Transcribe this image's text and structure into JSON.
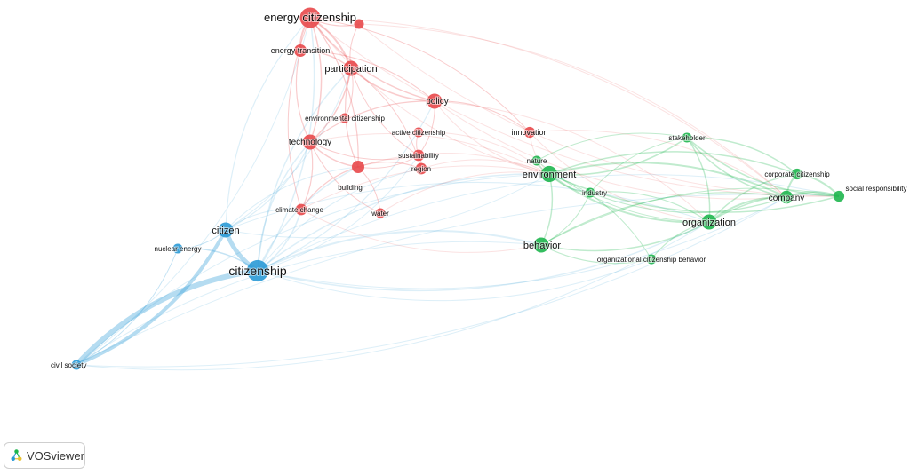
{
  "app": {
    "brand": "VOSviewer"
  },
  "clusters": {
    "red": "#e8484a",
    "green": "#1eb64e",
    "blue": "#2a9ad6"
  },
  "nodes": [
    {
      "id": "energy-citizenship",
      "label": "energy citizenship",
      "cluster": "red",
      "weight": 3
    },
    {
      "id": "energy-transition",
      "label": "energy transition",
      "cluster": "red",
      "weight": 1.5
    },
    {
      "id": "participation",
      "label": "participation",
      "cluster": "red",
      "weight": 2
    },
    {
      "id": "policy",
      "label": "policy",
      "cluster": "red",
      "weight": 2
    },
    {
      "id": "environmental-citizenship",
      "label": "environmental citizenship",
      "cluster": "red",
      "weight": 1
    },
    {
      "id": "technology",
      "label": "technology",
      "cluster": "red",
      "weight": 2
    },
    {
      "id": "active-citizenship",
      "label": "active citizenship",
      "cluster": "red",
      "weight": 1
    },
    {
      "id": "sustainability",
      "label": "sustainability",
      "cluster": "red",
      "weight": 1.3
    },
    {
      "id": "region",
      "label": "region",
      "cluster": "red",
      "weight": 1.3
    },
    {
      "id": "building",
      "label": "building",
      "cluster": "red",
      "weight": 1.5
    },
    {
      "id": "climate-change",
      "label": "climate change",
      "cluster": "red",
      "weight": 1.3
    },
    {
      "id": "water",
      "label": "water",
      "cluster": "red",
      "weight": 1
    },
    {
      "id": "innovation",
      "label": "innovation",
      "cluster": "red",
      "weight": 1.2
    },
    {
      "id": "unlabeled-red",
      "label": "",
      "cluster": "red",
      "weight": 1
    },
    {
      "id": "citizen",
      "label": "citizen",
      "cluster": "blue",
      "weight": 2
    },
    {
      "id": "citizenship",
      "label": "citizenship",
      "cluster": "blue",
      "weight": 3.2
    },
    {
      "id": "nuclear-energy",
      "label": "nuclear energy",
      "cluster": "blue",
      "weight": 1
    },
    {
      "id": "civil-society",
      "label": "civil society",
      "cluster": "blue",
      "weight": 1
    },
    {
      "id": "environment",
      "label": "environment",
      "cluster": "green",
      "weight": 2.2
    },
    {
      "id": "nature",
      "label": "nature",
      "cluster": "green",
      "weight": 1
    },
    {
      "id": "industry",
      "label": "industry",
      "cluster": "green",
      "weight": 1
    },
    {
      "id": "behavior",
      "label": "behavior",
      "cluster": "green",
      "weight": 2
    },
    {
      "id": "stakeholder",
      "label": "stakeholder",
      "cluster": "green",
      "weight": 1
    },
    {
      "id": "corporate-citizenship",
      "label": "corporate citizenship",
      "cluster": "green",
      "weight": 1.2
    },
    {
      "id": "company",
      "label": "company",
      "cluster": "green",
      "weight": 1.6
    },
    {
      "id": "social-responsibility",
      "label": "social responsibility",
      "cluster": "green",
      "weight": 1.2
    },
    {
      "id": "organization",
      "label": "organization",
      "cluster": "green",
      "weight": 2
    },
    {
      "id": "organizational-citizenship-behavior",
      "label": "organizational citizenship behavior",
      "cluster": "green",
      "weight": 1
    }
  ],
  "links": [
    [
      "citizenship",
      "citizen",
      5
    ],
    [
      "citizenship",
      "civil-society",
      6
    ],
    [
      "citizen",
      "civil-society",
      4
    ],
    [
      "citizenship",
      "nuclear-energy",
      1.5
    ],
    [
      "citizen",
      "nuclear-energy",
      1
    ],
    [
      "civil-society",
      "nuclear-energy",
      1
    ],
    [
      "citizenship",
      "behavior",
      2
    ],
    [
      "citizenship",
      "organization",
      1.5
    ],
    [
      "citizenship",
      "environment",
      1.5
    ],
    [
      "citizenship",
      "company",
      1
    ],
    [
      "citizenship",
      "social-responsibility",
      1
    ],
    [
      "citizenship",
      "organizational-citizenship-behavior",
      1
    ],
    [
      "citizenship",
      "technology",
      1.5
    ],
    [
      "citizenship",
      "climate-change",
      1.5
    ],
    [
      "citizenship",
      "building",
      1.5
    ],
    [
      "citizenship",
      "energy-citizenship",
      1.5
    ],
    [
      "citizenship",
      "participation",
      1.5
    ],
    [
      "citizenship",
      "policy",
      1.2
    ],
    [
      "citizenship",
      "region",
      1
    ],
    [
      "citizenship",
      "sustainability",
      1
    ],
    [
      "citizen",
      "energy-citizenship",
      1.2
    ],
    [
      "citizen",
      "technology",
      1.2
    ],
    [
      "citizen",
      "climate-change",
      1
    ],
    [
      "citizen",
      "participation",
      1
    ],
    [
      "citizen",
      "building",
      1
    ],
    [
      "citizen",
      "environment",
      1
    ],
    [
      "citizen",
      "organization",
      1
    ],
    [
      "civil-society",
      "organization",
      1
    ],
    [
      "civil-society",
      "behavior",
      1
    ],
    [
      "civil-society",
      "company",
      1
    ],
    [
      "civil-society",
      "social-responsibility",
      1
    ],
    [
      "civil-society",
      "energy-citizenship",
      1
    ],
    [
      "civil-society",
      "environment",
      1
    ],
    [
      "energy-citizenship",
      "energy-transition",
      2
    ],
    [
      "energy-citizenship",
      "participation",
      2
    ],
    [
      "energy-citizenship",
      "policy",
      1.5
    ],
    [
      "energy-citizenship",
      "technology",
      1.5
    ],
    [
      "energy-citizenship",
      "unlabeled-red",
      1.2
    ],
    [
      "energy-citizenship",
      "building",
      1.2
    ],
    [
      "energy-citizenship",
      "environment",
      1
    ],
    [
      "energy-citizenship",
      "company",
      1
    ],
    [
      "energy-citizenship",
      "social-responsibility",
      1
    ],
    [
      "energy-citizenship",
      "innovation",
      1
    ],
    [
      "energy-citizenship",
      "climate-change",
      1
    ],
    [
      "energy-transition",
      "participation",
      1.5
    ],
    [
      "energy-transition",
      "technology",
      1.2
    ],
    [
      "energy-transition",
      "policy",
      1
    ],
    [
      "participation",
      "policy",
      1.5
    ],
    [
      "participation",
      "technology",
      1.5
    ],
    [
      "participation",
      "building",
      1.2
    ],
    [
      "participation",
      "region",
      1
    ],
    [
      "participation",
      "sustainability",
      1
    ],
    [
      "participation",
      "environmental-citizenship",
      1
    ],
    [
      "policy",
      "technology",
      1.2
    ],
    [
      "policy",
      "innovation",
      1
    ],
    [
      "policy",
      "environment",
      1
    ],
    [
      "policy",
      "organization",
      1
    ],
    [
      "policy",
      "company",
      1
    ],
    [
      "policy",
      "sustainability",
      1
    ],
    [
      "technology",
      "building",
      1.5
    ],
    [
      "technology",
      "climate-change",
      1.2
    ],
    [
      "technology",
      "sustainability",
      1
    ],
    [
      "technology",
      "environment",
      1
    ],
    [
      "technology",
      "water",
      1
    ],
    [
      "building",
      "region",
      1.2
    ],
    [
      "building",
      "climate-change",
      1.2
    ],
    [
      "building",
      "water",
      1
    ],
    [
      "building",
      "sustainability",
      1
    ],
    [
      "building",
      "environment",
      1
    ],
    [
      "region",
      "sustainability",
      1
    ],
    [
      "region",
      "environment",
      1
    ],
    [
      "active-citizenship",
      "sustainability",
      1
    ],
    [
      "active-citizenship",
      "environment",
      1
    ],
    [
      "innovation",
      "organization",
      1
    ],
    [
      "innovation",
      "company",
      1
    ],
    [
      "innovation",
      "environment",
      1
    ],
    [
      "climate-change",
      "environment",
      1
    ],
    [
      "climate-change",
      "behavior",
      1
    ],
    [
      "water",
      "environment",
      1
    ],
    [
      "unlabeled-red",
      "participation",
      1
    ],
    [
      "unlabeled-red",
      "company",
      1
    ],
    [
      "unlabeled-red",
      "social-responsibility",
      1
    ],
    [
      "environment",
      "nature",
      1.5
    ],
    [
      "environment",
      "industry",
      1.5
    ],
    [
      "environment",
      "behavior",
      1.5
    ],
    [
      "environment",
      "organization",
      2
    ],
    [
      "environment",
      "company",
      2
    ],
    [
      "environment",
      "stakeholder",
      1.5
    ],
    [
      "environment",
      "corporate-citizenship",
      1.5
    ],
    [
      "environment",
      "social-responsibility",
      1.5
    ],
    [
      "environment",
      "organizational-citizenship-behavior",
      1
    ],
    [
      "behavior",
      "organization",
      1.5
    ],
    [
      "behavior",
      "company",
      1.2
    ],
    [
      "behavior",
      "organizational-citizenship-behavior",
      1.2
    ],
    [
      "behavior",
      "social-responsibility",
      1
    ],
    [
      "behavior",
      "industry",
      1
    ],
    [
      "industry",
      "organization",
      1.2
    ],
    [
      "industry",
      "company",
      1.2
    ],
    [
      "industry",
      "stakeholder",
      1
    ],
    [
      "stakeholder",
      "company",
      1.5
    ],
    [
      "stakeholder",
      "organization",
      1.5
    ],
    [
      "stakeholder",
      "social-responsibility",
      1.5
    ],
    [
      "stakeholder",
      "corporate-citizenship",
      1.5
    ],
    [
      "corporate-citizenship",
      "company",
      2
    ],
    [
      "corporate-citizenship",
      "social-responsibility",
      2
    ],
    [
      "corporate-citizenship",
      "organization",
      1.5
    ],
    [
      "company",
      "social-responsibility",
      2
    ],
    [
      "company",
      "organization",
      2
    ],
    [
      "organization",
      "social-responsibility",
      1.5
    ],
    [
      "organization",
      "organizational-citizenship-behavior",
      1.2
    ],
    [
      "nature",
      "stakeholder",
      1
    ],
    [
      "nature",
      "organization",
      1
    ]
  ]
}
